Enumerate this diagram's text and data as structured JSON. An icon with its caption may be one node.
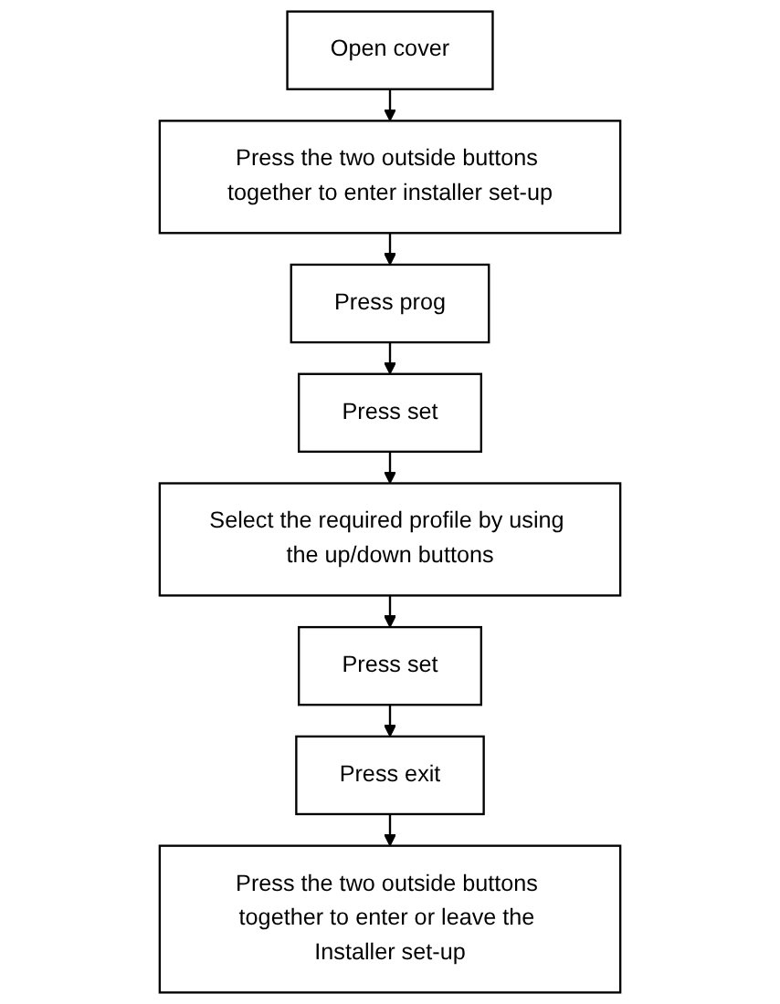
{
  "diagram": {
    "nodes": [
      {
        "text": [
          "Open cover"
        ]
      },
      {
        "text": [
          "Press the two outside buttons together to enter installer set-up"
        ]
      },
      {
        "text": [
          "Press prog"
        ]
      },
      {
        "text": [
          "Press set"
        ]
      },
      {
        "text": [
          "Select the required profile by using the up/down buttons"
        ]
      },
      {
        "text": [
          "Press set"
        ]
      },
      {
        "text": [
          "Press exit"
        ]
      },
      {
        "text": [
          "Press the two outside buttons together to enter or leave the Installer set-up"
        ]
      }
    ],
    "edges": [
      {
        "from": 0,
        "to": 1,
        "arrow": "to"
      },
      {
        "from": 1,
        "to": 2,
        "arrow": "to"
      },
      {
        "from": 2,
        "to": 3,
        "arrow": "to"
      },
      {
        "from": 3,
        "to": 4,
        "arrow": "to"
      },
      {
        "from": 4,
        "to": 5,
        "arrow": "to"
      },
      {
        "from": 5,
        "to": 6,
        "arrow": "to"
      },
      {
        "from": 6,
        "to": 7,
        "arrow": "to"
      }
    ]
  }
}
